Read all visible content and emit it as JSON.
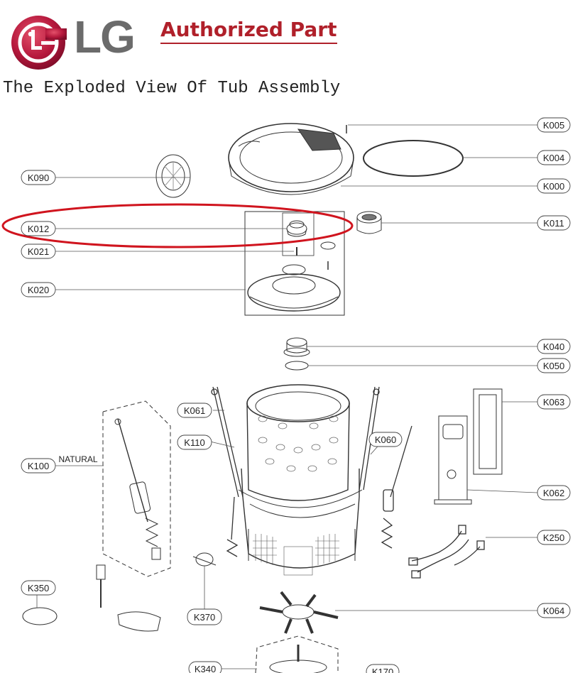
{
  "header": {
    "brand": "LG",
    "tagline": "Authorized Part"
  },
  "title": "The Exploded View Of Tub Assembly",
  "colors": {
    "brand_red": "#b0202a",
    "logo_gray": "#6b6b6b",
    "highlight_ellipse": "#d0141e",
    "line_art": "#333333"
  },
  "labels": {
    "K005": "K005",
    "K004": "K004",
    "K090": "K090",
    "K000": "K000",
    "K011": "K011",
    "K012": "K012",
    "K021": "K021",
    "K020": "K020",
    "K040": "K040",
    "K050": "K050",
    "K063": "K063",
    "K061": "K061",
    "K060": "K060",
    "K110": "K110",
    "K100": "K100",
    "K062": "K062",
    "K250": "K250",
    "K350": "K350",
    "K370": "K370",
    "K064": "K064",
    "K340": "K340",
    "K170": "K170"
  },
  "annotations": {
    "natural": "NATURAL"
  },
  "highlighted_part": "K012"
}
